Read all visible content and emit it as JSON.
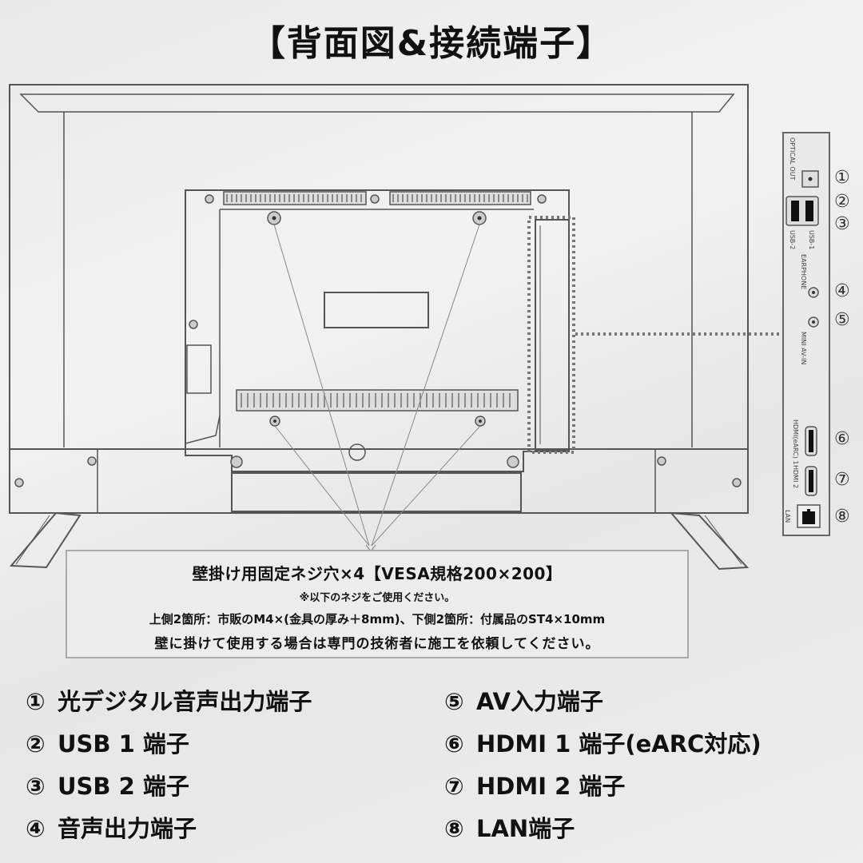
{
  "title": "【背面図&接続端子】",
  "diagram": {
    "connector_panel": {
      "labels": [
        "OPTICAL OUT",
        "USB-2",
        "USB-1",
        "EARPHONE",
        "MINI AV-IN",
        "HDMI(eARC) 1",
        "HDMI 2",
        "LAN"
      ],
      "port_numbers": [
        "①",
        "②",
        "③",
        "④",
        "⑤",
        "⑥",
        "⑦",
        "⑧"
      ]
    },
    "colors": {
      "background": "#ececec",
      "line": "#555555",
      "dotted": "#777777",
      "text": "#111111"
    }
  },
  "note": {
    "line1": "壁掛け用固定ネジ穴×4【VESA規格200×200】",
    "line2": "※以下のネジをご使用ください。",
    "line3": "上側2箇所：市販のM4×(金具の厚み＋8mm)、下側2箇所：付属品のST4×10mm",
    "line4": "壁に掛けて使用する場合は専門の技術者に施工を依頼してください。"
  },
  "legend": {
    "left": [
      {
        "num": "①",
        "label": "光デジタル音声出力端子"
      },
      {
        "num": "②",
        "label": "USB 1 端子"
      },
      {
        "num": "③",
        "label": "USB 2 端子"
      },
      {
        "num": "④",
        "label": "音声出力端子"
      }
    ],
    "right": [
      {
        "num": "⑤",
        "label": "AV入力端子"
      },
      {
        "num": "⑥",
        "label": "HDMI 1 端子(eARC対応)"
      },
      {
        "num": "⑦",
        "label": "HDMI 2 端子"
      },
      {
        "num": "⑧",
        "label": "LAN端子"
      }
    ]
  }
}
